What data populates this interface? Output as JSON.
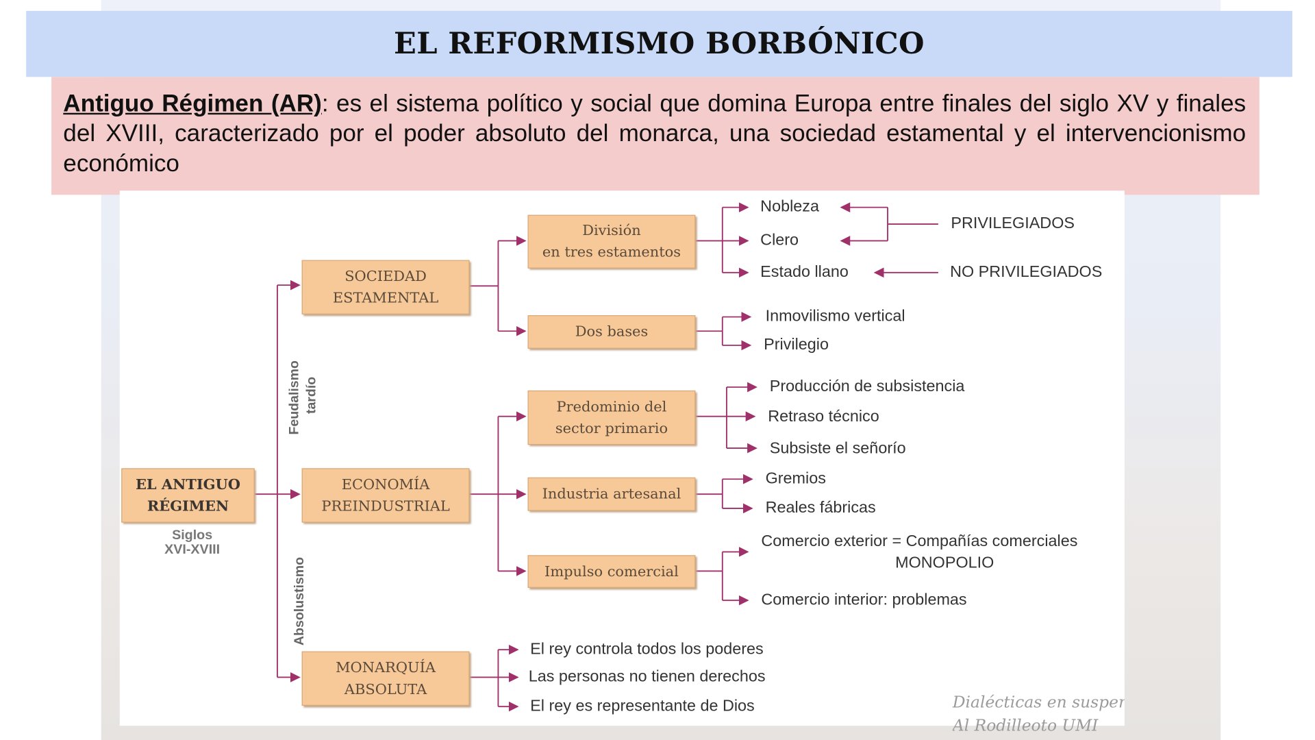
{
  "title": "EL REFORMISMO BORBÓNICO",
  "definition": {
    "term": "Antiguo Régimen (AR)",
    "text": ": es el sistema político y social que domina Europa entre finales del siglo XV y finales del XVIII, caracterizado por el poder absoluto del monarca, una sociedad estamental y el intervencionismo económico"
  },
  "diagram": {
    "root": {
      "line1": "EL ANTIGUO",
      "line2": "RÉGIMEN",
      "period1": "Siglos",
      "period2": "XVI-XVIII"
    },
    "side_labels": {
      "feudalismo1": "Feudalismo",
      "feudalismo2": "tardío",
      "absolutismo": "Absolustismo"
    },
    "sociedad": {
      "line1": "SOCIEDAD",
      "line2": "ESTAMENTAL",
      "division": {
        "line1": "División",
        "line2": "en tres estamentos",
        "items": [
          "Nobleza",
          "Clero",
          "Estado llano"
        ]
      },
      "privilegiados": "PRIVILEGIADOS",
      "no_privilegiados": "NO PRIVILEGIADOS",
      "bases": {
        "label": "Dos bases",
        "items": [
          "Inmovilismo vertical",
          "Privilegio"
        ]
      }
    },
    "economia": {
      "line1": "ECONOMÍA",
      "line2": "PREINDUSTRIAL",
      "primario": {
        "line1": "Predominio del",
        "line2": "sector primario",
        "items": [
          "Producción de subsistencia",
          "Retraso técnico",
          "Subsiste el señorío"
        ]
      },
      "industria": {
        "label": "Industria artesanal",
        "items": [
          "Gremios",
          "Reales fábricas"
        ]
      },
      "comercio": {
        "label": "Impulso comercial",
        "exterior1": "Comercio exterior = Compañías comerciales",
        "exterior2": "MONOPOLIO",
        "interior": "Comercio interior: problemas"
      }
    },
    "monarquia": {
      "line1": "MONARQUÍA",
      "line2": "ABSOLUTA",
      "items": [
        "El rey controla todos los poderes",
        "Las personas no tienen derechos",
        "El rey es representante de Dios"
      ]
    },
    "watermark1": "Dialécticas en suspen",
    "watermark2": "Al Rodilleoto UMI"
  },
  "colors": {
    "title_band": "#c9daf8",
    "definition_band": "#f4cccc",
    "box_fill": "#f8c998",
    "connector": "#a0306a"
  }
}
